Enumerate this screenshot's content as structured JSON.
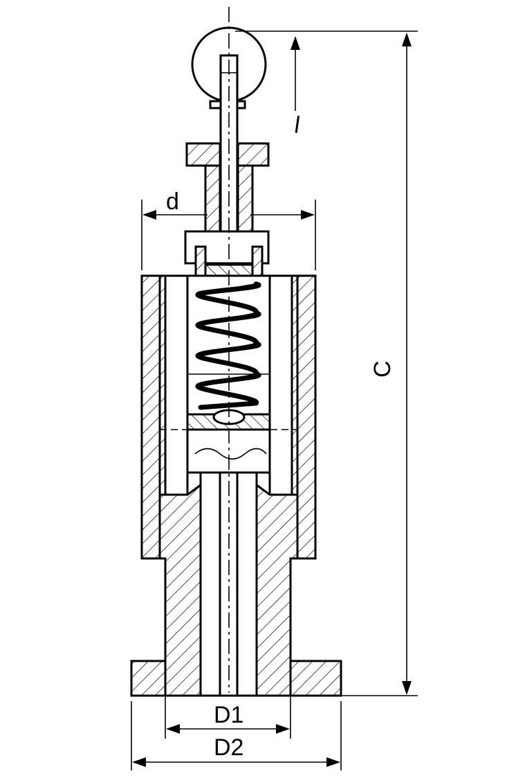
{
  "labels": {
    "d": "d",
    "l": "l",
    "C": "C",
    "D1": "D1",
    "D2": "D2"
  },
  "colors": {
    "line": "#000000",
    "background": "#ffffff"
  }
}
